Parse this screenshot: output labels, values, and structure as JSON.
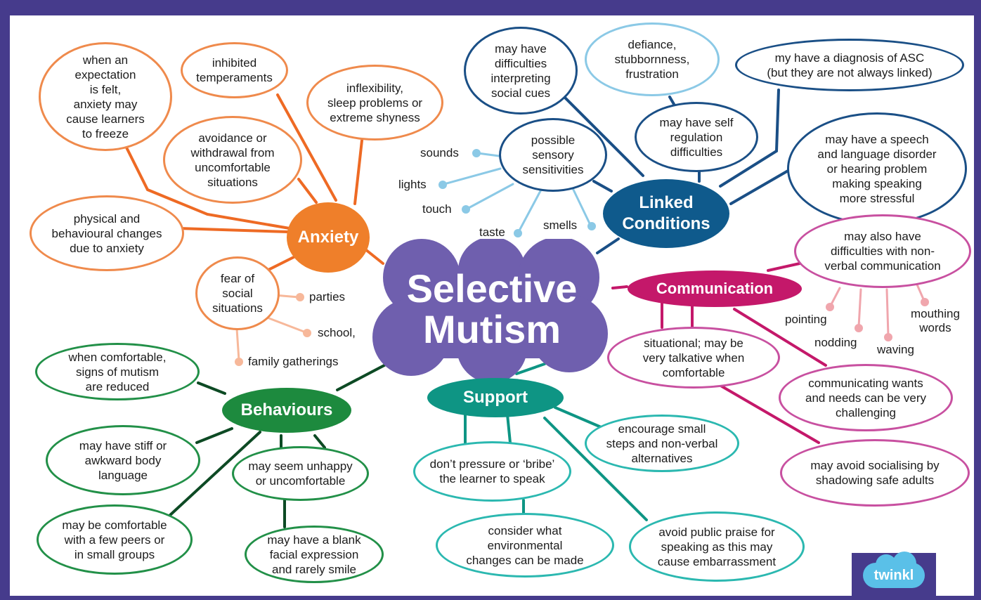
{
  "colors": {
    "frame": "#463b8c",
    "center": "#6f5fae",
    "anxiety": "#ef7f2a",
    "anxiety_light": "#f7b89a",
    "linked": "#0f5a8c",
    "linked_dark": "#1a4f86",
    "linked_light": "#8bc9e6",
    "communication": "#c4186a",
    "communication_light": "#f0a6ad",
    "behaviours": "#1d8a3e",
    "behaviours_dark": "#0d4a24",
    "support": "#0e9584",
    "support_light": "#2bb8b0"
  },
  "center": {
    "title": "Selective\nMutism"
  },
  "hubs": {
    "anxiety": "Anxiety",
    "linked": "Linked\nConditions",
    "communication": "Communication",
    "behaviours": "Behaviours",
    "support": "Support"
  },
  "anxiety": {
    "freeze": "when an\nexpectation\nis felt,\nanxiety may\ncause learners\nto freeze",
    "temperaments": "inhibited\ntemperaments",
    "inflexibility": "inflexibility,\nsleep problems or\nextreme shyness",
    "avoidance": "avoidance or\nwithdrawal from\nuncomfortable\nsituations",
    "physical": "physical and\nbehavioural changes\ndue to anxiety",
    "fear": "fear of\nsocial\nsituations",
    "fear_examples": [
      "parties",
      "school,",
      "family gatherings"
    ]
  },
  "linked": {
    "social_cues": "may have\ndifficulties\ninterpreting\nsocial cues",
    "defiance": "defiance,\nstubbornness,\nfrustration",
    "asc": "my have a diagnosis of ASC\n(but they are not always linked)",
    "self_regulation": "may have self\nregulation\ndifficulties",
    "sensory": "possible\nsensory\nsensitivities",
    "speech": "may have a speech\nand language disorder\nor hearing problem\nmaking speaking\nmore stressful",
    "sensory_examples": [
      "sounds",
      "lights",
      "touch",
      "taste",
      "smells"
    ]
  },
  "communication": {
    "nonverbal": "may also have\ndifficulties with non-\nverbal communication",
    "nonverbal_examples": [
      "pointing",
      "nodding",
      "waving",
      "mouthing\nwords"
    ],
    "situational": "situational; may be\nvery talkative when\ncomfortable",
    "wants": "communicating wants\nand needs can be very\nchallenging",
    "shadowing": "may avoid socialising by\nshadowing safe adults"
  },
  "behaviours": {
    "comfortable": "when comfortable,\nsigns of mutism\nare reduced",
    "stiff": "may have stiff or\nawkward body\nlanguage",
    "unhappy": "may seem unhappy\nor uncomfortable",
    "peers": "may be comfortable\nwith a few peers or\nin small groups",
    "blank": "may have a blank\nfacial expression\nand rarely smile"
  },
  "support": {
    "pressure": "don’t pressure or ‘bribe’\nthe learner to speak",
    "small_steps": "encourage small\nsteps and non-verbal\nalternatives",
    "environment": "consider what\nenvironmental\nchanges can be made",
    "praise": "avoid public praise for\nspeaking as this may\ncause embarrassment"
  },
  "logo": "twinkl"
}
